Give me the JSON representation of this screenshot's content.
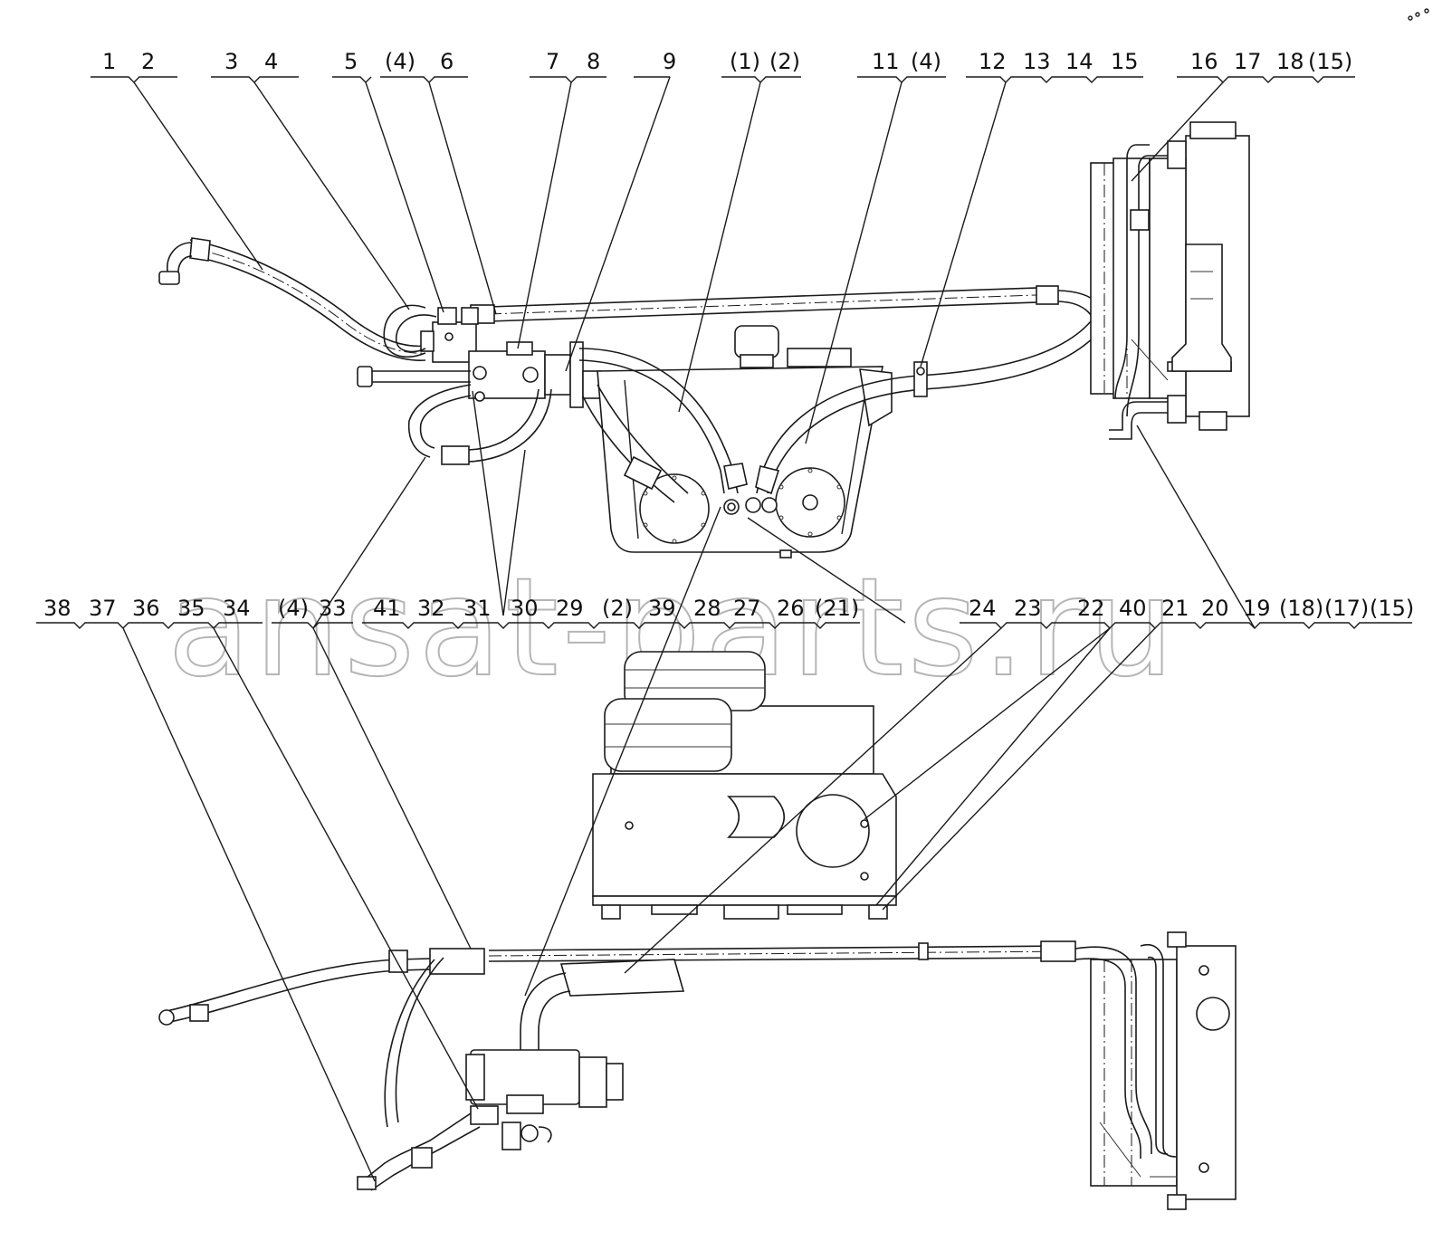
{
  "diagram": {
    "watermark": "ansat-parts.ru",
    "top_row_labels": [
      "1",
      "2",
      "3",
      "4",
      "5",
      "(4)",
      "6",
      "7",
      "8",
      "9",
      "(1)",
      "(2)",
      "11",
      "(4)",
      "12",
      "13",
      "14",
      "15",
      "16",
      "17",
      "18",
      "(15)"
    ],
    "bottom_row_labels": [
      "38",
      "37",
      "36",
      "35",
      "34",
      "(4)",
      "33",
      "41",
      "32",
      "31",
      "30",
      "29",
      "(2)",
      "39",
      "28",
      "27",
      "26",
      "(21)",
      "24",
      "23",
      "22",
      "40",
      "21",
      "20",
      "19",
      "(18)",
      "(17)",
      "(15)"
    ]
  }
}
